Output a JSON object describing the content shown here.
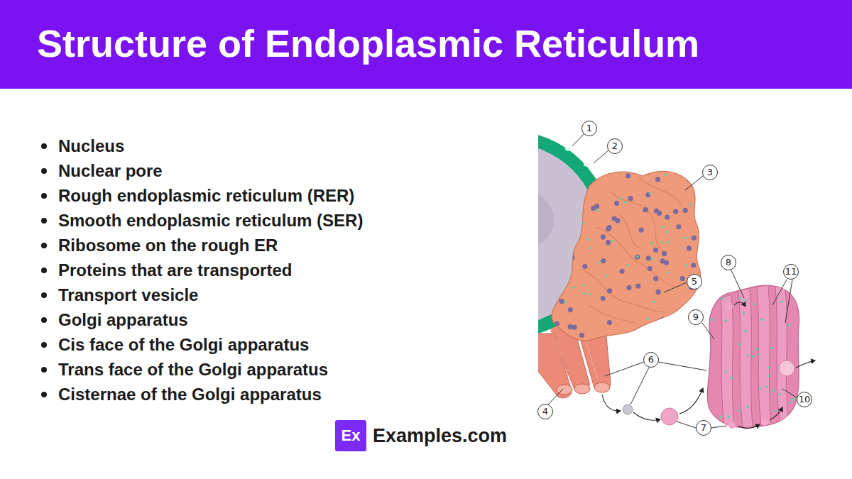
{
  "diagram": {
    "title": "Structure of Endoplasmic Reticulum",
    "nodes": [
      {
        "text": [
          "Ex"
        ]
      }
    ],
    "labels": [
      "Nucleus",
      "Nuclear pore",
      "Rough endoplasmic reticulum (RER)",
      "Smooth endoplasmic reticulum (SER)",
      "Ribosome on the rough ER",
      "Proteins that are transported",
      "Transport vesicle",
      "Golgi apparatus",
      "Cis face of the Golgi apparatus",
      "Trans face of the Golgi apparatus",
      "Cisternae of the Golgi apparatus",
      "1",
      "2",
      "3",
      "4",
      "5",
      "6",
      "7",
      "8",
      "9",
      "10",
      "11",
      "Examples.com"
    ]
  }
}
